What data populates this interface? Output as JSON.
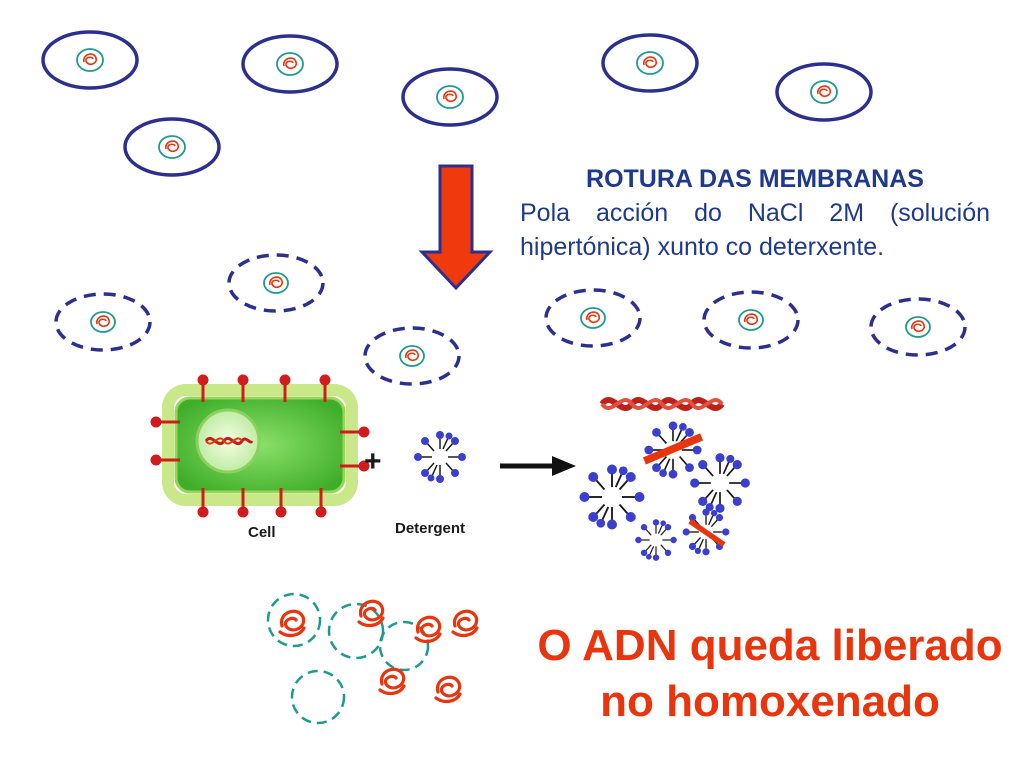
{
  "step": {
    "title": "ROTURA DAS MEMBRANAS",
    "description": "Pola acción do NaCl 2M (solución hipertónica) xunto co deterxente."
  },
  "figure": {
    "cell_label": "Cell",
    "plus_sign": "+",
    "detergent_label": "Detergent"
  },
  "result": {
    "line1": "O ADN queda liberado",
    "line2": "no homoxenado"
  },
  "colors": {
    "membrane": "#2b2f8f",
    "nucleus": "#1e9a8f",
    "dna": "#e8350e",
    "arrow": "#ee3a0c",
    "text_blue": "#1f3a8a",
    "cell_green": "#5cc43a"
  }
}
